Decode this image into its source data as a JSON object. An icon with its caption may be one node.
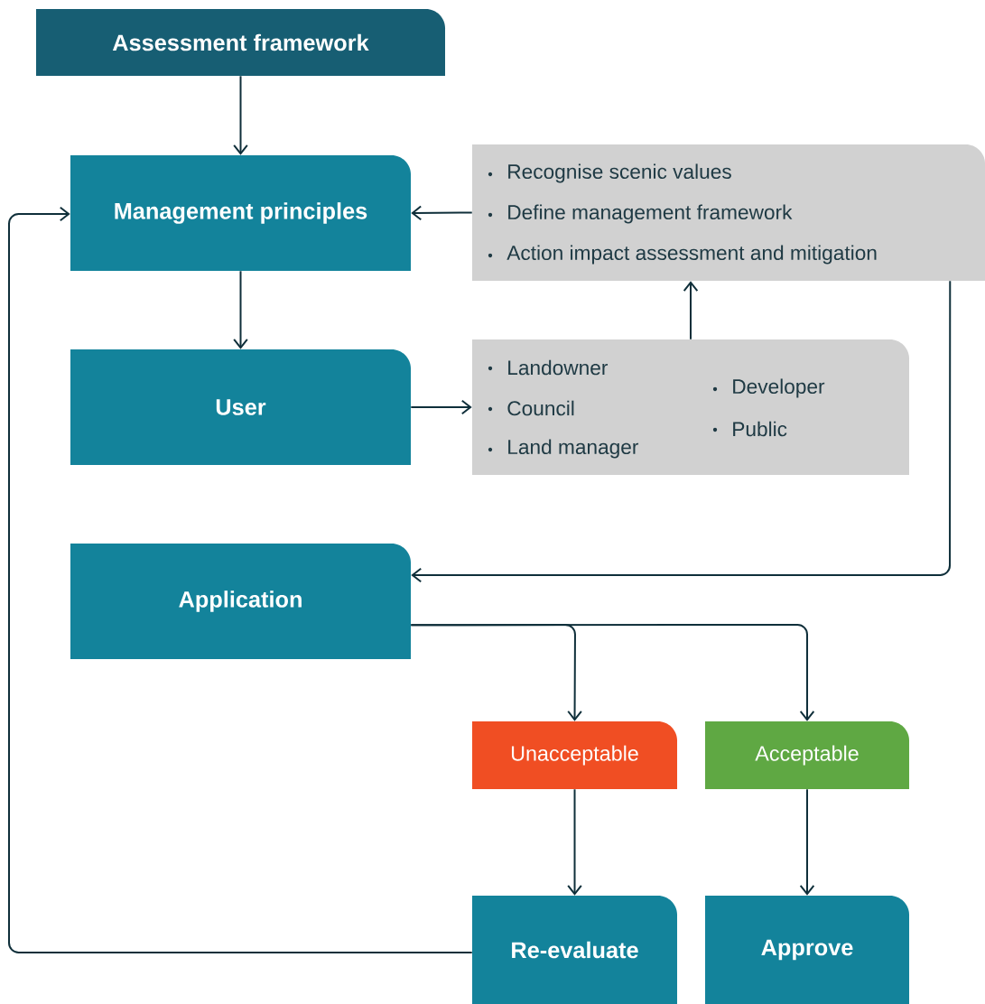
{
  "diagram": {
    "nodes": [
      {
        "text": [
          "Assessment framework"
        ]
      },
      {
        "text": [
          "Management principles"
        ]
      },
      {
        "text": [
          "Recognise scenic values",
          "Define management framework",
          "Action impact assessment and mitigation"
        ]
      },
      {
        "text": [
          "User"
        ]
      },
      {
        "text": [
          "Landowner",
          "Council",
          "Land manager",
          "Developer",
          "Public"
        ]
      },
      {
        "text": [
          "Application"
        ]
      },
      {
        "text": [
          "Unacceptable"
        ]
      },
      {
        "text": [
          "Acceptable"
        ]
      },
      {
        "text": [
          "Re-evaluate"
        ]
      },
      {
        "text": [
          "Approve"
        ]
      }
    ],
    "edges": [
      {
        "from": 0,
        "to": 1,
        "arrow": "to"
      },
      {
        "from": 2,
        "to": 1,
        "arrow": "to"
      },
      {
        "from": 1,
        "to": 3,
        "arrow": "to"
      },
      {
        "from": 3,
        "to": 4,
        "arrow": "to"
      },
      {
        "from": 4,
        "to": 2,
        "arrow": "to"
      },
      {
        "from": 2,
        "to": 5,
        "arrow": "to"
      },
      {
        "from": 5,
        "to": 6,
        "arrow": "to"
      },
      {
        "from": 5,
        "to": 7,
        "arrow": "to"
      },
      {
        "from": 6,
        "to": 8,
        "arrow": "to"
      },
      {
        "from": 7,
        "to": 9,
        "arrow": "to"
      },
      {
        "from": 8,
        "to": 1,
        "arrow": "to"
      }
    ]
  }
}
